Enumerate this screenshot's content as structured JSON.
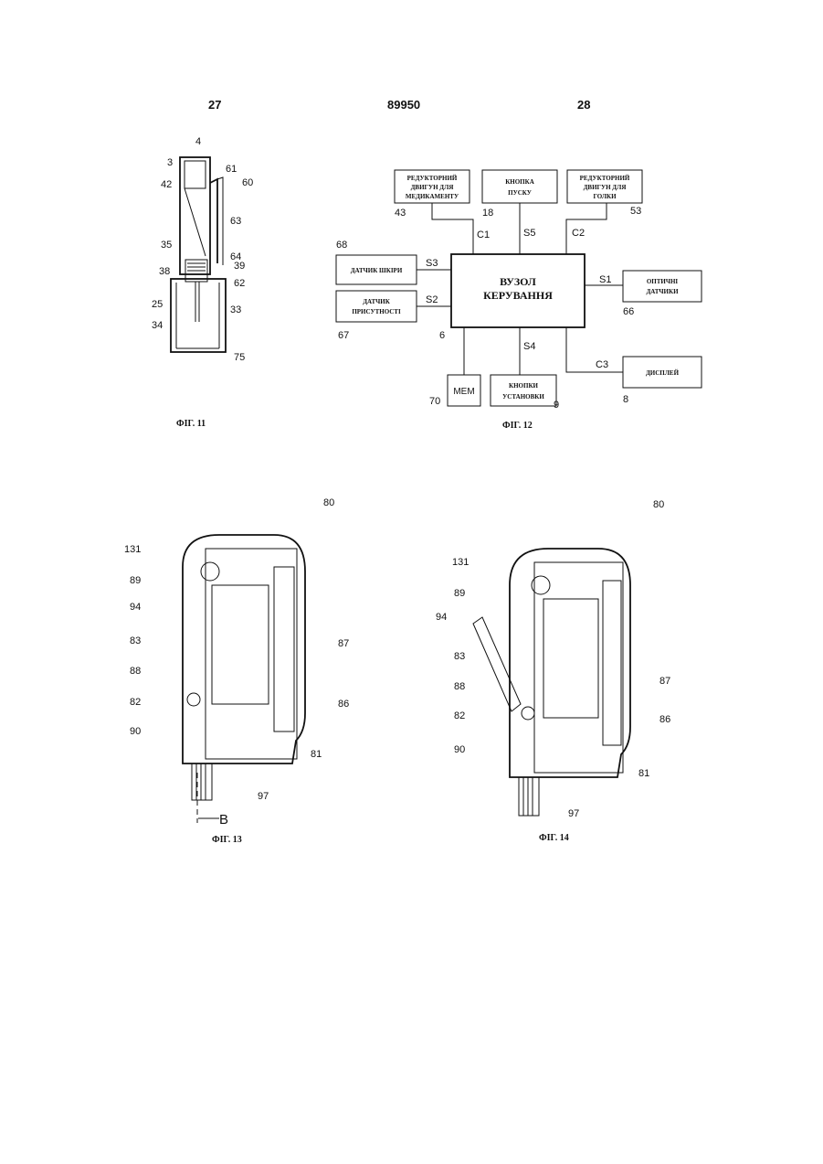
{
  "header": {
    "left_page": "27",
    "doc_number": "89950",
    "right_page": "28"
  },
  "fig11": {
    "caption": "ФІГ. 11",
    "labels": [
      "4",
      "3",
      "61",
      "60",
      "42",
      "63",
      "35",
      "64",
      "39",
      "38",
      "62",
      "25",
      "33",
      "34",
      "75"
    ]
  },
  "fig12": {
    "caption": "ФІГ. 12",
    "center": {
      "line1": "ВУЗОЛ",
      "line2": "КЕРУВАННЯ",
      "ref": "6"
    },
    "boxes": {
      "med_motor": {
        "lines": [
          "РЕДУКТОРНИЙ",
          "ДВИГУН ДЛЯ",
          "МЕДИКАМЕНТУ"
        ],
        "ref": "43"
      },
      "start_button": {
        "lines": [
          "КНОПКА",
          "ПУСКУ"
        ],
        "ref": "18"
      },
      "needle_motor": {
        "lines": [
          "РЕДУКТОРНИЙ",
          "ДВИГУН ДЛЯ",
          "ГОЛКИ"
        ],
        "ref": "53"
      },
      "skin_sensor": {
        "lines": [
          "ДАТЧИК ШКІРИ"
        ],
        "ref": "68"
      },
      "presence_sensor": {
        "lines": [
          "ДАТЧИК",
          "ПРИСУТНОСТІ"
        ],
        "ref": "67"
      },
      "optical_sensors": {
        "lines": [
          "ОПТИЧНІ",
          "ДАТЧИКИ"
        ],
        "ref": "66"
      },
      "display": {
        "lines": [
          "ДИСПЛЕЙ"
        ],
        "ref": "8"
      },
      "mem": {
        "lines": [
          "MEM"
        ],
        "ref": "70"
      },
      "setup_buttons": {
        "lines": [
          "КНОПКИ",
          "УСТАНОВКИ"
        ],
        "ref": "9"
      }
    },
    "signals": {
      "c1": "C1",
      "s5": "S5",
      "c2": "C2",
      "s3": "S3",
      "s2": "S2",
      "s1": "S1",
      "s4": "S4",
      "c3": "C3"
    }
  },
  "fig13": {
    "caption": "ФІГ. 13",
    "section_mark": "B",
    "labels": [
      "80",
      "131",
      "89",
      "94",
      "83",
      "88",
      "82",
      "90",
      "87",
      "86",
      "81",
      "97"
    ]
  },
  "fig14": {
    "caption": "ФІГ. 14",
    "labels": [
      "80",
      "131",
      "89",
      "94",
      "83",
      "88",
      "82",
      "90",
      "87",
      "86",
      "81",
      "97"
    ]
  }
}
